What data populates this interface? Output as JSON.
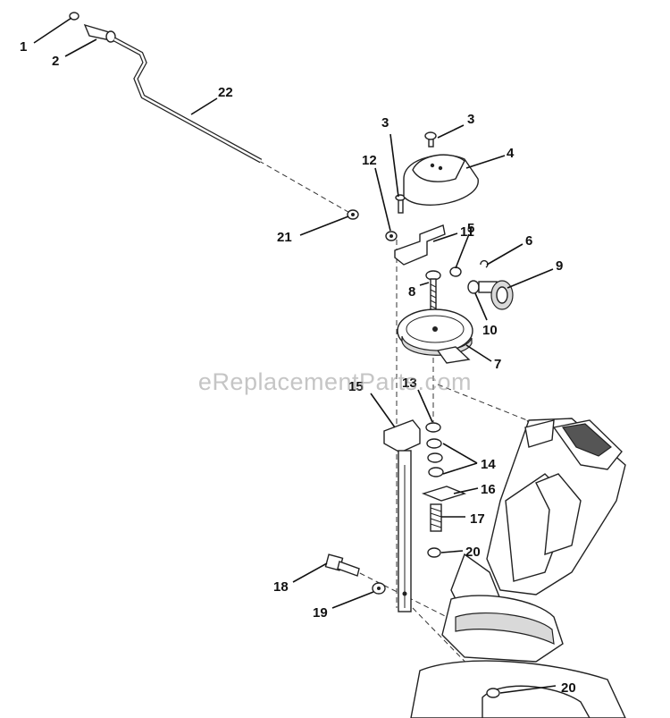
{
  "watermark": "eReplacementParts.com",
  "callouts": {
    "c1": "1",
    "c2": "2",
    "c22": "22",
    "c3a": "3",
    "c3b": "3",
    "c4": "4",
    "c12": "12",
    "c21": "21",
    "c11": "11",
    "c5": "5",
    "c6": "6",
    "c9": "9",
    "c8": "8",
    "c10": "10",
    "c7": "7",
    "c13": "13",
    "c15": "15",
    "c14": "14",
    "c16": "16",
    "c17": "17",
    "c20a": "20",
    "c18": "18",
    "c19": "19",
    "c20b": "20"
  }
}
